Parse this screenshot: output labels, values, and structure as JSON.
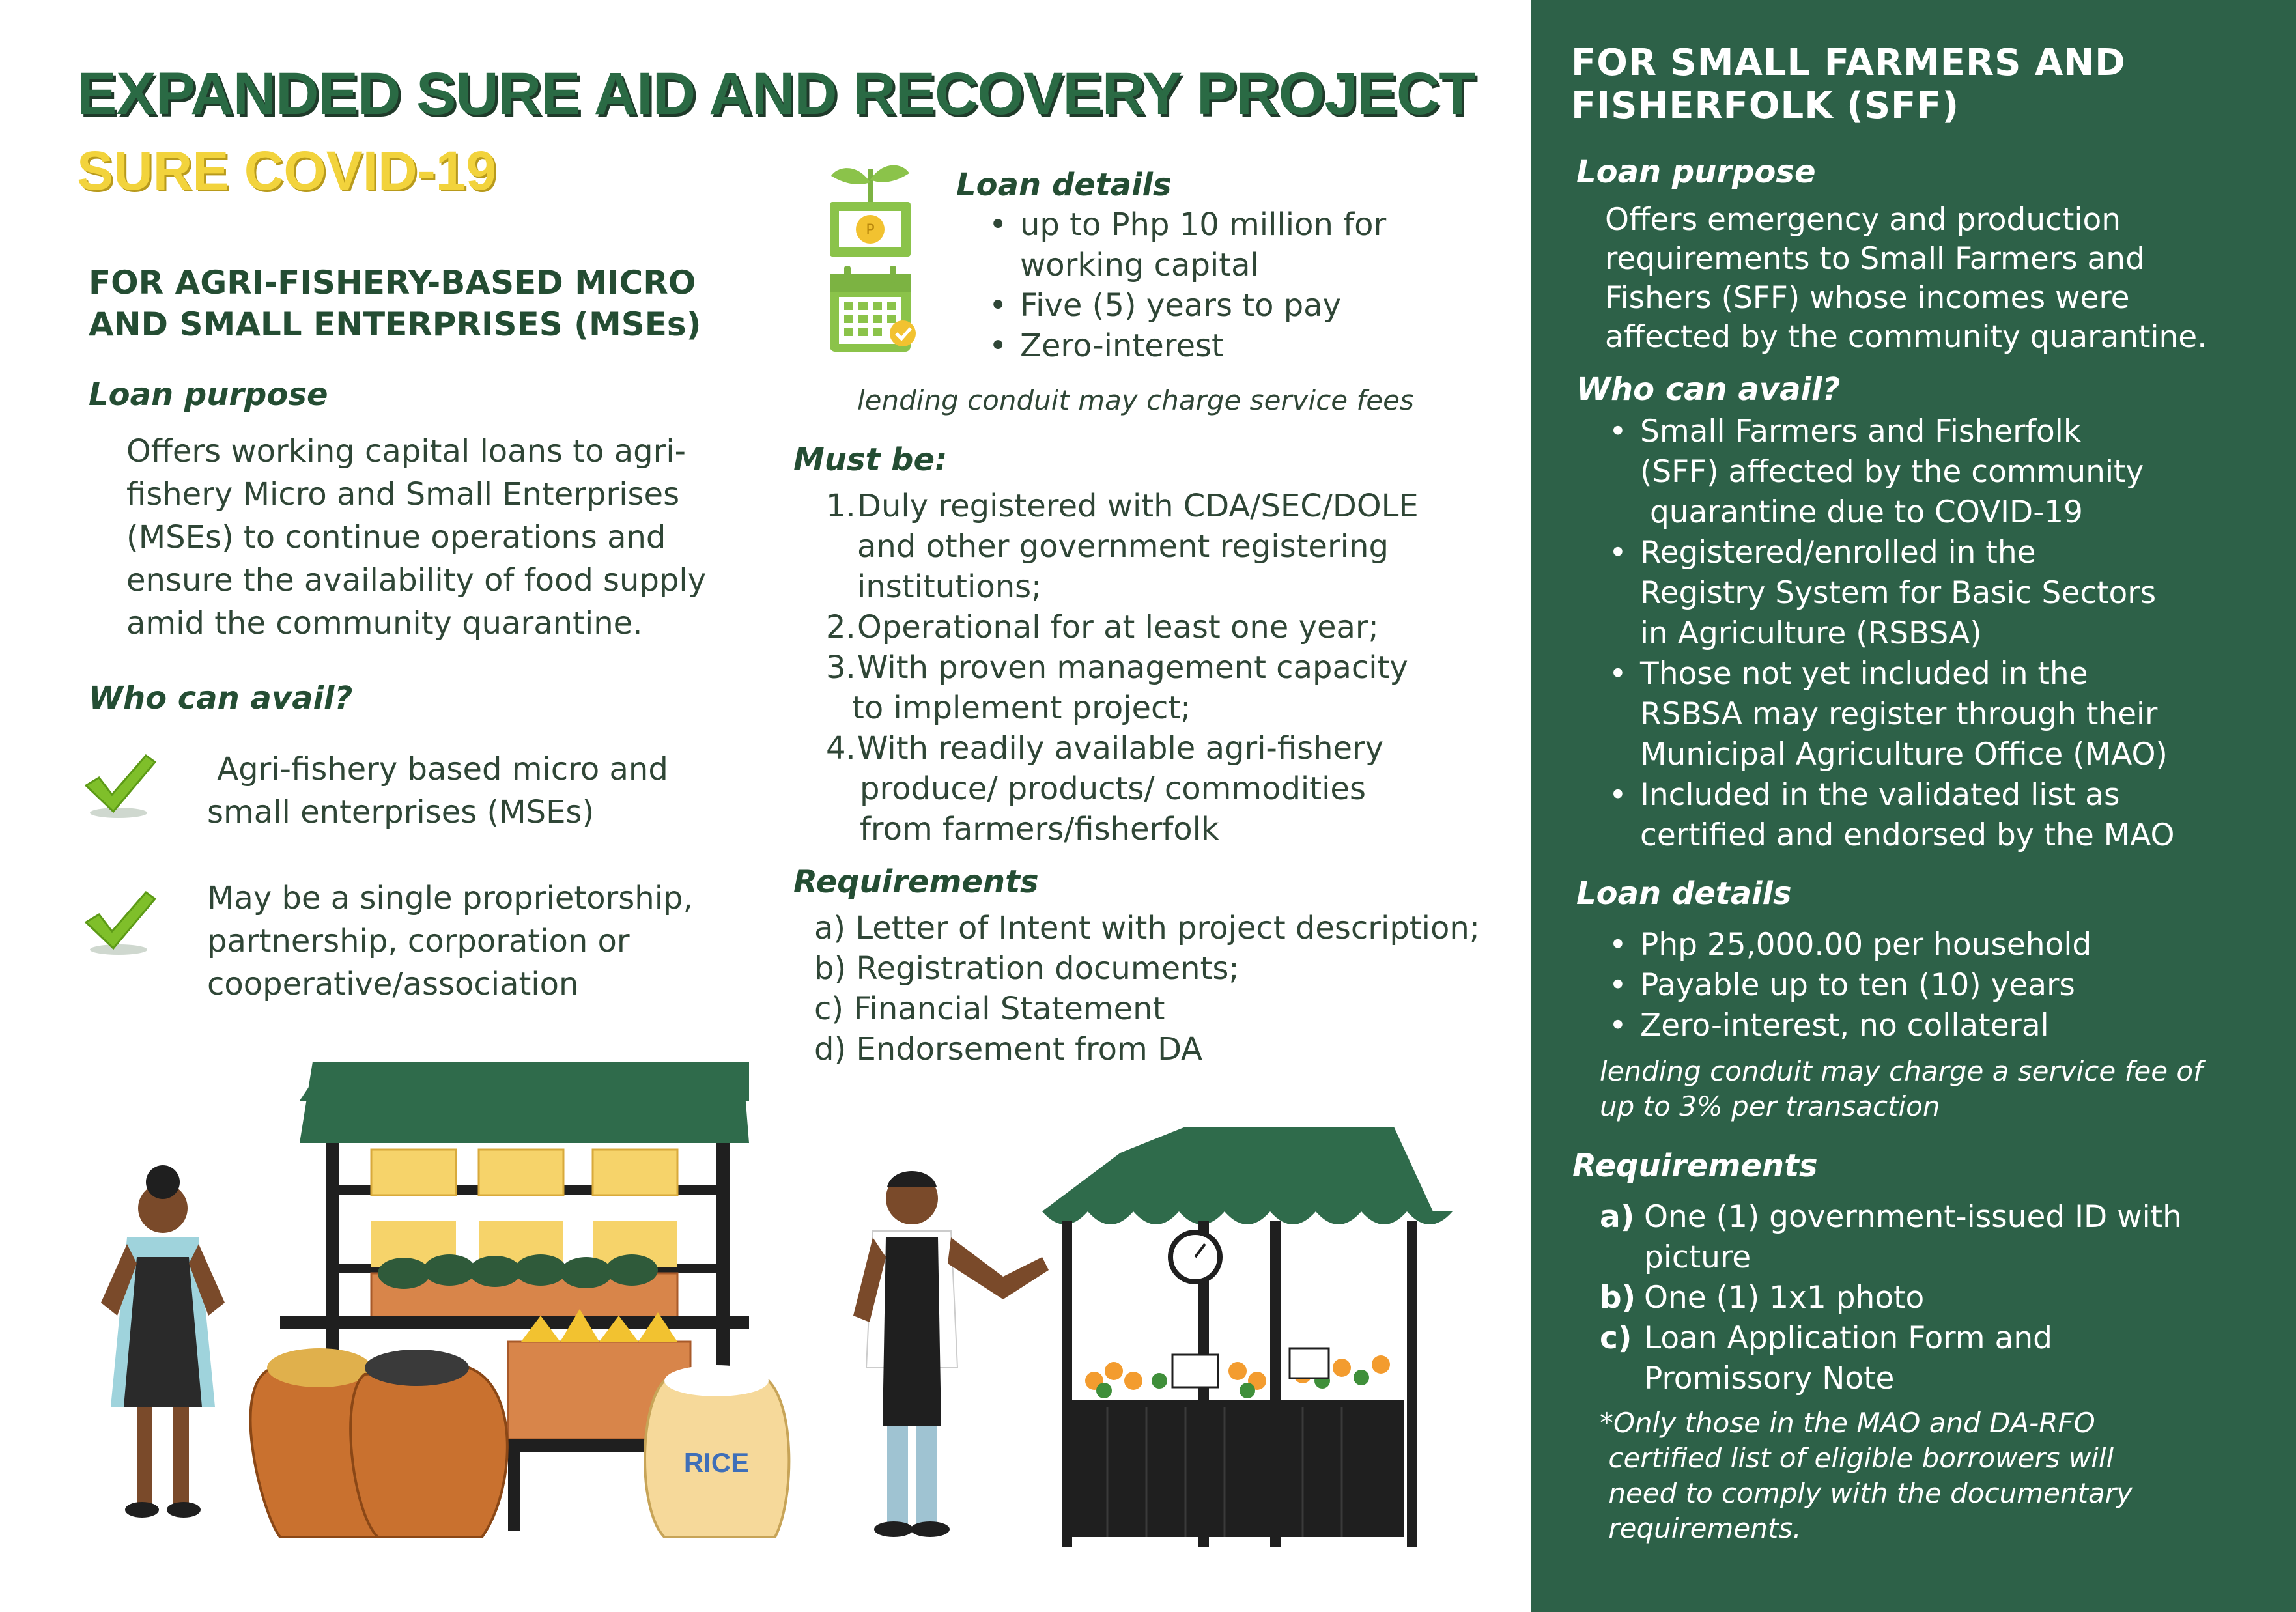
{
  "header": {
    "title": "EXPANDED SURE AID AND RECOVERY PROJECT",
    "subtitle": "SURE COVID-19"
  },
  "mse": {
    "heading_line1": "FOR AGRI-FISHERY-BASED MICRO",
    "heading_line2": "AND SMALL ENTERPRISES (MSEs)",
    "purpose_label": "Loan purpose",
    "purpose_lines": [
      "Offers working capital loans to agri-",
      "fishery Micro and Small Enterprises",
      "(MSEs) to continue operations and",
      "ensure the availability of food supply",
      "amid the community quarantine."
    ],
    "who_label": "Who can avail?",
    "who_items": [
      {
        "line1": " Agri-fishery based micro and",
        "line2": "small enterprises (MSEs)"
      },
      {
        "line1": "May be a single proprietorship,",
        "line2": "partnership, corporation or",
        "line3": "cooperative/association"
      }
    ],
    "loan_details_label": "Loan details",
    "loan_details": [
      {
        "line1": "up to Php 10 million for",
        "line2": "working capital"
      },
      {
        "line1": "Five (5) years to pay"
      },
      {
        "line1": "Zero-interest"
      }
    ],
    "loan_note": "lending conduit may charge service fees",
    "must_label": "Must be:",
    "must_items": [
      {
        "num": "1.",
        "lines": [
          "Duly registered with CDA/SEC/DOLE",
          "and other government registering",
          "institutions;"
        ]
      },
      {
        "num": "2.",
        "lines": [
          "Operational for at least one year;"
        ]
      },
      {
        "num": "3.",
        "lines": [
          "With proven management capacity",
          "to implement project;"
        ]
      },
      {
        "num": "4.",
        "lines": [
          "With readily available agri-fishery",
          "produce/ products/ commodities",
          "from farmers/fisherfolk"
        ]
      }
    ],
    "req_label": "Requirements",
    "requirements": [
      "a) Letter of Intent with project description;",
      "b) Registration documents;",
      "c) Financial Statement",
      "d) Endorsement from DA"
    ],
    "sack_label": "RICE"
  },
  "sff": {
    "heading_line1": "FOR SMALL FARMERS AND",
    "heading_line2": "FISHERFOLK (SFF)",
    "purpose_label": "Loan purpose",
    "purpose_lines": [
      "Offers emergency and production",
      "requirements to Small Farmers and",
      "Fishers (SFF) whose incomes were",
      "affected by the community quarantine."
    ],
    "who_label": "Who can avail?",
    "who_items": [
      [
        "Small Farmers and Fisherfolk",
        "(SFF) affected by the community",
        " quarantine due to COVID-19"
      ],
      [
        "Registered/enrolled in the",
        "Registry System for Basic Sectors",
        "in Agriculture (RSBSA)"
      ],
      [
        "Those not yet included in the",
        "RSBSA may register through their",
        "Municipal Agriculture Office (MAO)"
      ],
      [
        "Included in the validated list as",
        "certified and endorsed by the MAO"
      ]
    ],
    "loan_details_label": "Loan details",
    "loan_details": [
      "Php 25,000.00 per household",
      "Payable up to ten (10) years",
      "Zero-interest, no collateral"
    ],
    "loan_note_line1": "lending conduit may charge a service fee of",
    "loan_note_line2": "up to 3% per transaction",
    "req_label": "Requirements",
    "requirements": [
      {
        "letter": "a)",
        "lines": [
          "One (1) government-issued ID with",
          "picture"
        ]
      },
      {
        "letter": "b)",
        "lines": [
          "One (1) 1x1 photo"
        ]
      },
      {
        "letter": "c)",
        "lines": [
          "Loan Application Form and",
          "Promissory Note"
        ]
      }
    ],
    "footnote": [
      "*Only those in the MAO and DA-RFO",
      " certified list of eligible borrowers will",
      " need to comply with the documentary",
      " requirements."
    ]
  },
  "colors": {
    "panel_green": "#2d6148",
    "title_green": "#2a6a44",
    "subtitle_yellow": "#f2d33c",
    "text_dark": "#2f4636"
  }
}
